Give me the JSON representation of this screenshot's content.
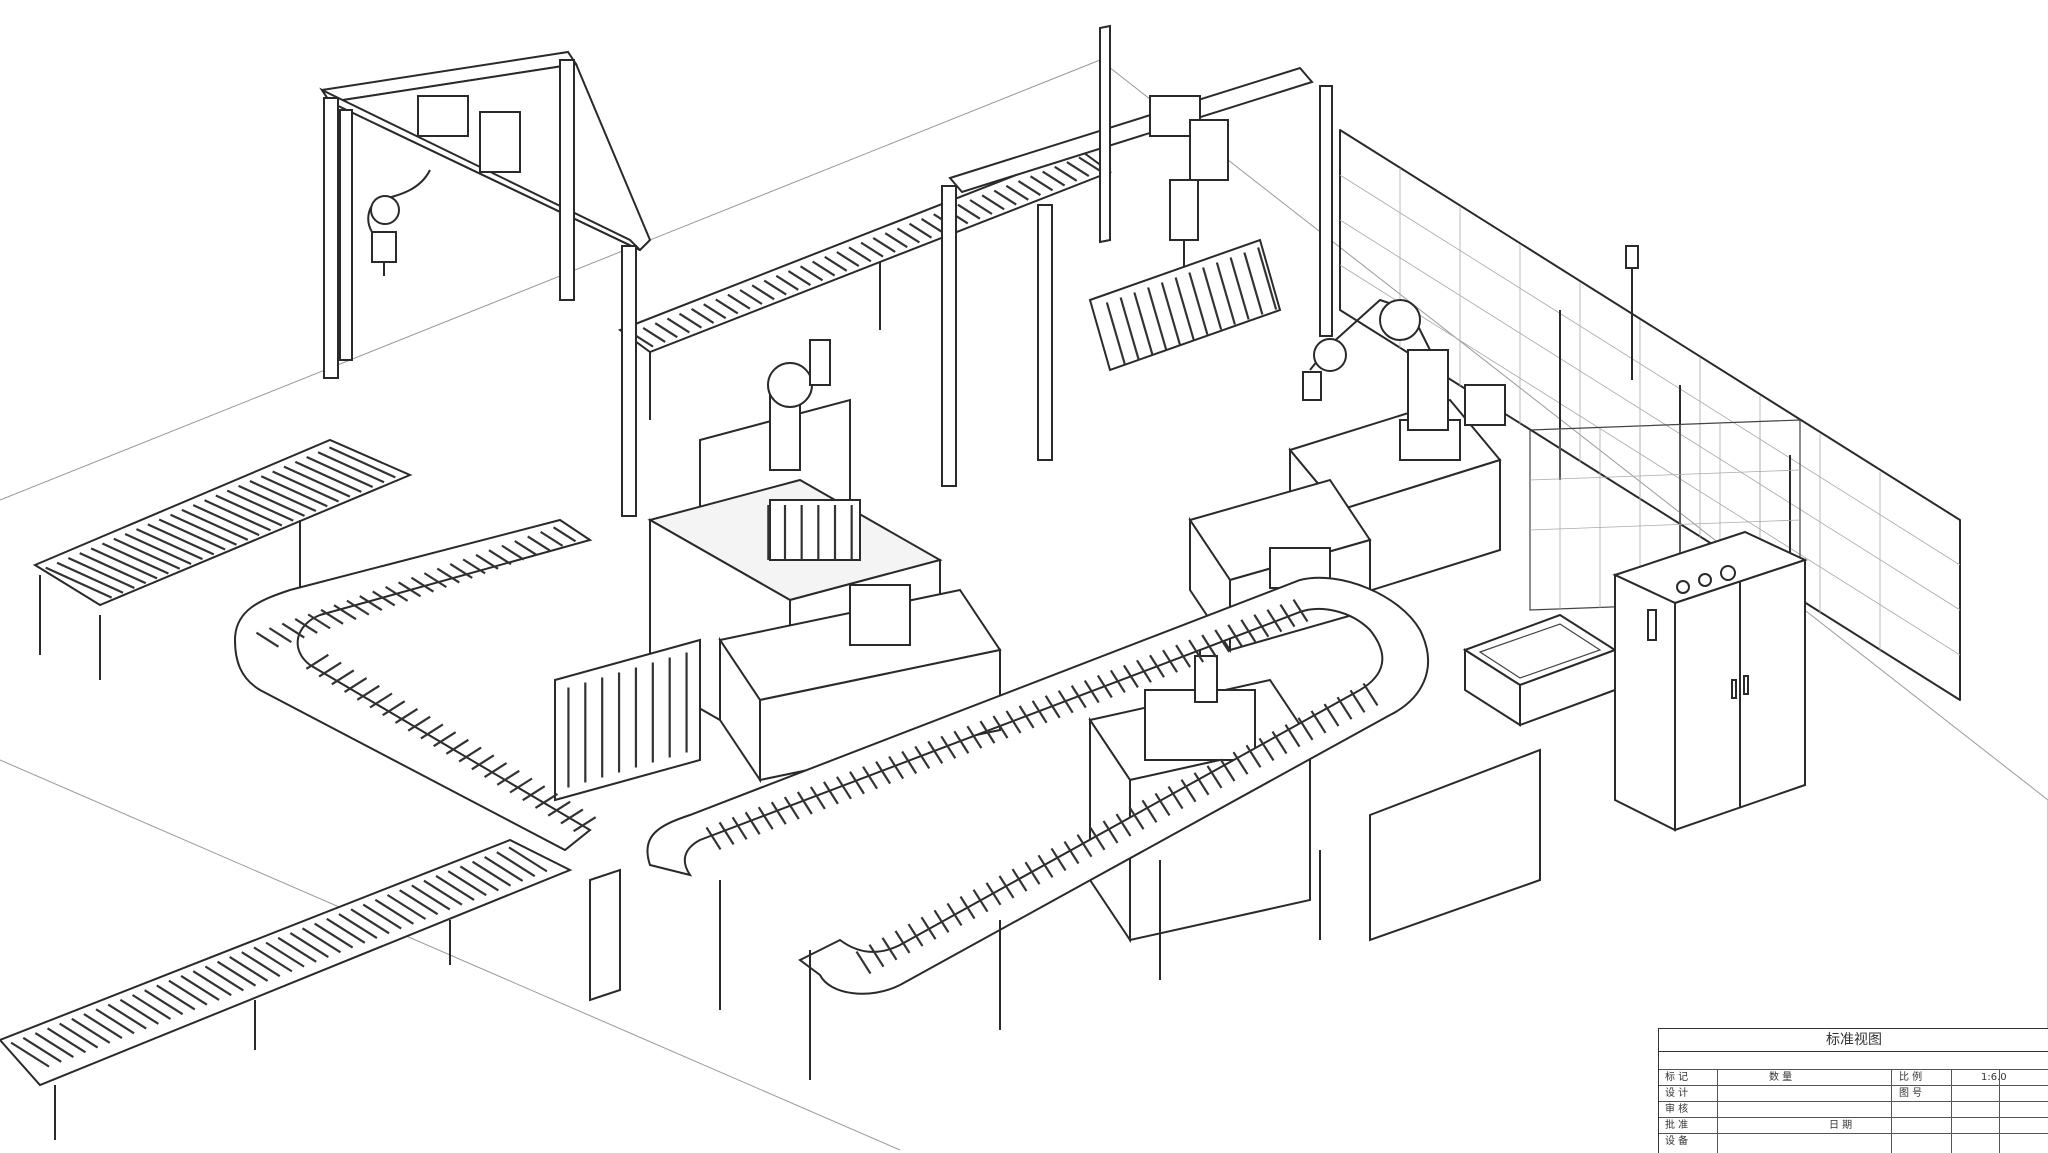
{
  "title_block": {
    "title": "标准视图",
    "subtitle": "",
    "rows": [
      {
        "left": "标 记",
        "mid": "数 量",
        "right_label": "比 例",
        "right_value": "1:6.0"
      },
      {
        "left": "设 计",
        "mid": "",
        "right_label": "图 号",
        "right_value": ""
      },
      {
        "left": "审 核",
        "mid": "",
        "right_label": "",
        "right_value": ""
      },
      {
        "left": "批 准",
        "mid": "日 期",
        "right_label": "",
        "right_value": ""
      },
      {
        "left": "设 备",
        "mid": "",
        "right_label": "",
        "right_value": ""
      }
    ]
  },
  "components": {
    "gantries": [
      "gantry-left",
      "gantry-center"
    ],
    "robots": [
      "robot-arm-left",
      "robot-arm-center",
      "robot-arm-right"
    ],
    "conveyors": [
      "conveyor-left-feed",
      "conveyor-front-loop",
      "conveyor-lower-outfeed",
      "conveyor-rear"
    ],
    "machines": [
      "press-left",
      "press-center",
      "press-right",
      "control-cabinet",
      "parts-bin"
    ],
    "fence": "safety-fence",
    "signal_light": "stack-light"
  }
}
